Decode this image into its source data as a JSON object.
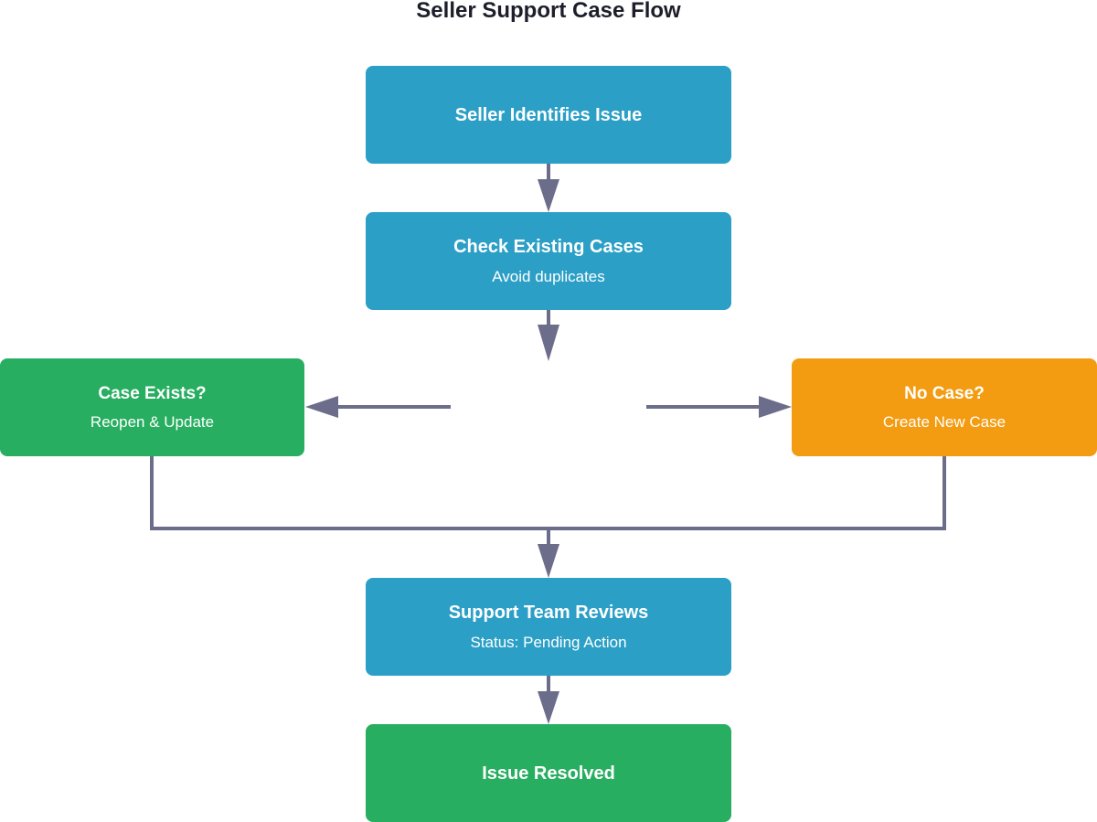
{
  "diagram": {
    "title": "Seller Support Case Flow",
    "colors": {
      "step": "#2b9fc6",
      "positive": "#27ae60",
      "alternative": "#f39c12",
      "connector": "#6b6d8a"
    },
    "nodes": {
      "identify": {
        "title": "Seller Identifies Issue"
      },
      "check": {
        "title": "Check Existing Cases",
        "subtitle": "Avoid duplicates"
      },
      "exists": {
        "title": "Case Exists?",
        "subtitle": "Reopen & Update"
      },
      "nocase": {
        "title": "No Case?",
        "subtitle": "Create New Case"
      },
      "review": {
        "title": "Support Team Reviews",
        "subtitle": "Status: Pending Action"
      },
      "resolved": {
        "title": "Issue Resolved"
      }
    },
    "edges": [
      {
        "from": "identify",
        "to": "check"
      },
      {
        "from": "check",
        "to": "exists"
      },
      {
        "from": "check",
        "to": "nocase"
      },
      {
        "from": "exists",
        "to": "review"
      },
      {
        "from": "nocase",
        "to": "review"
      },
      {
        "from": "review",
        "to": "resolved"
      }
    ]
  }
}
